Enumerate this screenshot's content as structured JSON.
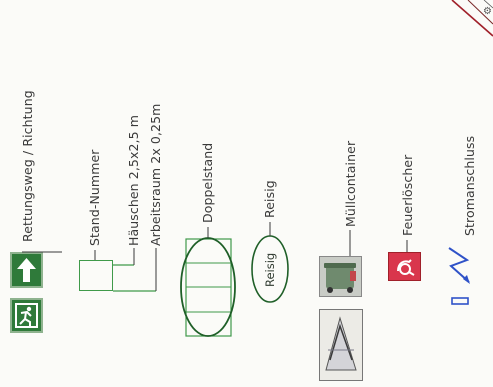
{
  "legend": {
    "items": [
      {
        "key": "escape",
        "label": "Rettungsweg / Richtung"
      },
      {
        "key": "stand",
        "label": "Stand-Nummer"
      },
      {
        "key": "house",
        "label": "Häuschen 2,5x2,5 m"
      },
      {
        "key": "workspace",
        "label": "Arbeitsraum 2x 0,25m"
      },
      {
        "key": "double",
        "label": "Doppelstand"
      },
      {
        "key": "brushwood",
        "label": "Reisig",
        "symbol_text": "Reisig"
      },
      {
        "key": "waste",
        "label": "Müllcontainer"
      },
      {
        "key": "extinguisher",
        "label": "Feuerlöscher"
      },
      {
        "key": "power",
        "label": "Stromanschluss"
      }
    ]
  },
  "colors": {
    "green_sign": "#2f7a3a",
    "line_green": "#3f9a4a",
    "ellipse_green": "#1f5f28",
    "red_sign": "#d9364c",
    "power_blue": "#2f52c8",
    "border_red": "#a0202a",
    "text": "#3a3a3a"
  }
}
